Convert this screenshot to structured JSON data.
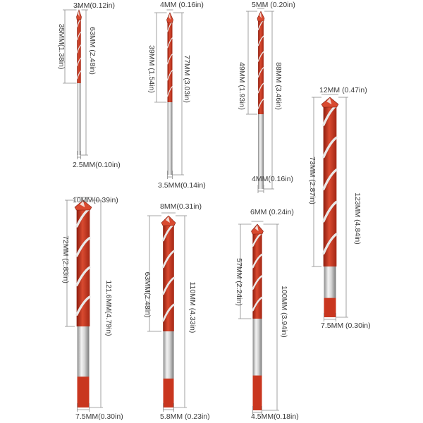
{
  "colors": {
    "flute": "#c9361f",
    "flute_dark": "#8e1d0e",
    "tip": "#d94a30",
    "shank_light": "#f2f2f2",
    "shank_dark": "#8c8c8c",
    "dim_line": "#8a8a8a",
    "text": "#3a3a3a"
  },
  "bits": [
    {
      "id": "3mm",
      "tip_label": "3MM(0.12in)",
      "flute_label": "35MM(1.38in)",
      "length_label": "63MM (2.48in)",
      "shank_label": "2.5MM(0.10in)"
    },
    {
      "id": "4mm",
      "tip_label": "4MM (0.16in)",
      "flute_label": "39MM (1.54in)",
      "length_label": "77MM (3.03in)",
      "shank_label": "3.5MM(0.14in)"
    },
    {
      "id": "5mm",
      "tip_label": "5MM (0.20in)",
      "flute_label": "49MM (1.93in)",
      "length_label": "88MM (3.46in)",
      "shank_label": "4MM(0.16in)"
    },
    {
      "id": "12mm",
      "tip_label": "12MM (0.47in)",
      "flute_label": "73MM (2.87in)",
      "length_label": "123MM (4.84in)",
      "shank_label": "7.5MM (0.30in)"
    },
    {
      "id": "10mm",
      "tip_label": "10MM(0.39in)",
      "flute_label": "72MM (2.83in)",
      "length_label": "121.6MM(4.79in)",
      "shank_label": "7.5MM(0.30in)"
    },
    {
      "id": "8mm",
      "tip_label": "8MM(0.31in)",
      "flute_label": "63MM(2.48in)",
      "length_label": "110MM (4.33in)",
      "shank_label": "5.8MM (0.23in)"
    },
    {
      "id": "6mm",
      "tip_label": "6MM (0.24in)",
      "flute_label": "57MM (2.24in)",
      "length_label": "100MM (3.94in)",
      "shank_label": "4.5MM(0.18in)"
    }
  ]
}
